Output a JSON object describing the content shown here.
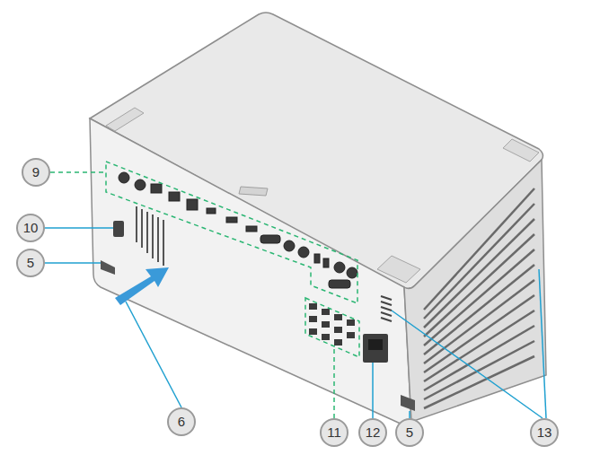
{
  "diagram": {
    "labels": [
      "9",
      "10",
      "5",
      "6",
      "11",
      "12",
      "5",
      "13"
    ]
  }
}
